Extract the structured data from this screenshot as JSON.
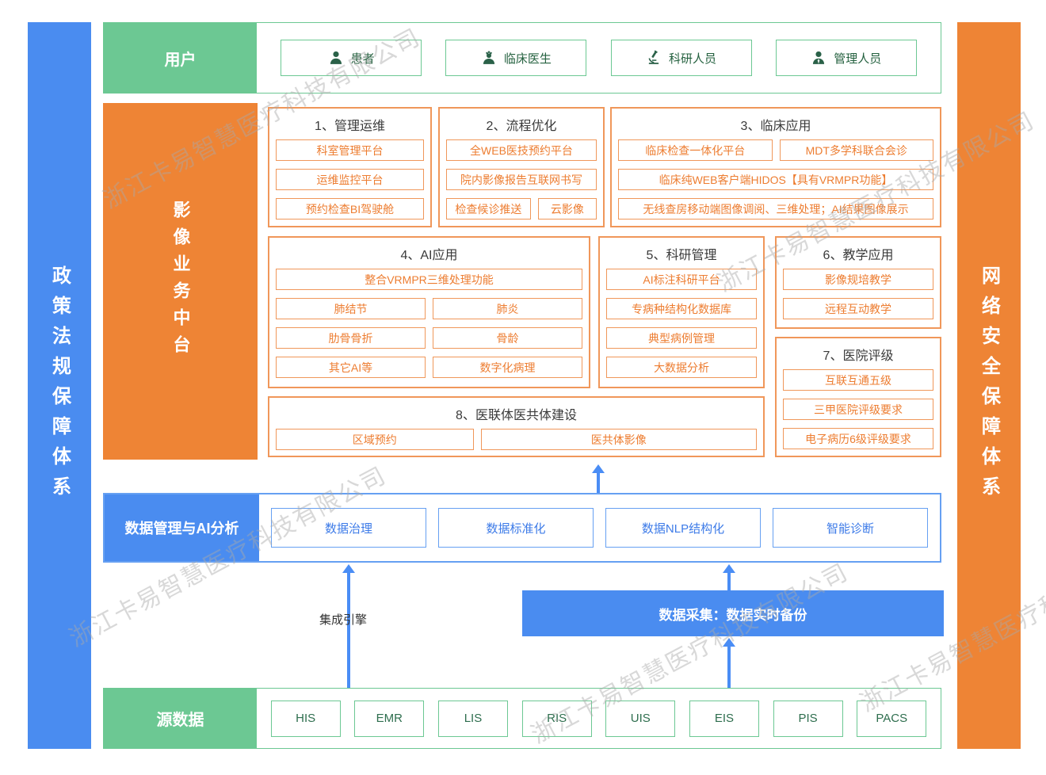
{
  "watermark": "浙江卡易智慧医疗科技有限公司",
  "left_bar": "政策法规保障体系",
  "right_bar": "网络安全保障体系",
  "users": {
    "label": "用户",
    "items": [
      {
        "icon": "patient-icon",
        "label": "患者"
      },
      {
        "icon": "doctor-icon",
        "label": "临床医生"
      },
      {
        "icon": "microscope-icon",
        "label": "科研人员"
      },
      {
        "icon": "manager-icon",
        "label": "管理人员"
      }
    ]
  },
  "platform": {
    "label": "影像业务中台",
    "s1": {
      "title": "1、管理运维",
      "items": [
        "科室管理平台",
        "运维监控平台",
        "预约检查BI驾驶舱"
      ]
    },
    "s2": {
      "title": "2、流程优化",
      "items": [
        "全WEB医技预约平台",
        "院内影像报告互联网书写",
        "检查候诊推送",
        "云影像"
      ]
    },
    "s3": {
      "title": "3、临床应用",
      "items": [
        "临床检查一体化平台",
        "MDT多学科联合会诊",
        "临床纯WEB客户端HIDOS【具有VRMPR功能】",
        "无线查房移动端图像调阅、三维处理；AI结果图像展示"
      ]
    },
    "s4": {
      "title": "4、AI应用",
      "items": [
        "整合VRMPR三维处理功能",
        "肺结节",
        "肺炎",
        "肋骨骨折",
        "骨龄",
        "其它AI等",
        "数字化病理"
      ]
    },
    "s5": {
      "title": "5、科研管理",
      "items": [
        "AI标注科研平台",
        "专病种结构化数据库",
        "典型病例管理",
        "大数据分析"
      ]
    },
    "s6": {
      "title": "6、教学应用",
      "items": [
        "影像规培教学",
        "远程互动教学"
      ]
    },
    "s7": {
      "title": "7、医院评级",
      "items": [
        "互联互通五级",
        "三甲医院评级要求",
        "电子病历6级评级要求"
      ]
    },
    "s8": {
      "title": "8、医联体医共体建设",
      "items": [
        "区域预约",
        "医共体影像"
      ]
    }
  },
  "data_mgmt": {
    "label": "数据管理与AI分析",
    "items": [
      "数据治理",
      "数据标准化",
      "数据NLP结构化",
      "智能诊断"
    ]
  },
  "middle": {
    "integration_engine": "集成引擎",
    "data_collection": "数据采集：数据实时备份"
  },
  "source_data": {
    "label": "源数据",
    "items": [
      "HIS",
      "EMR",
      "LIS",
      "RIS",
      "UIS",
      "EIS",
      "PIS",
      "PACS"
    ]
  },
  "colors": {
    "blue": "#4a8cf0",
    "orange": "#ee8435",
    "green": "#6cc893",
    "orange_text": "#ed7d31",
    "blue_text": "#3d7be8",
    "green_text": "#24613f"
  }
}
